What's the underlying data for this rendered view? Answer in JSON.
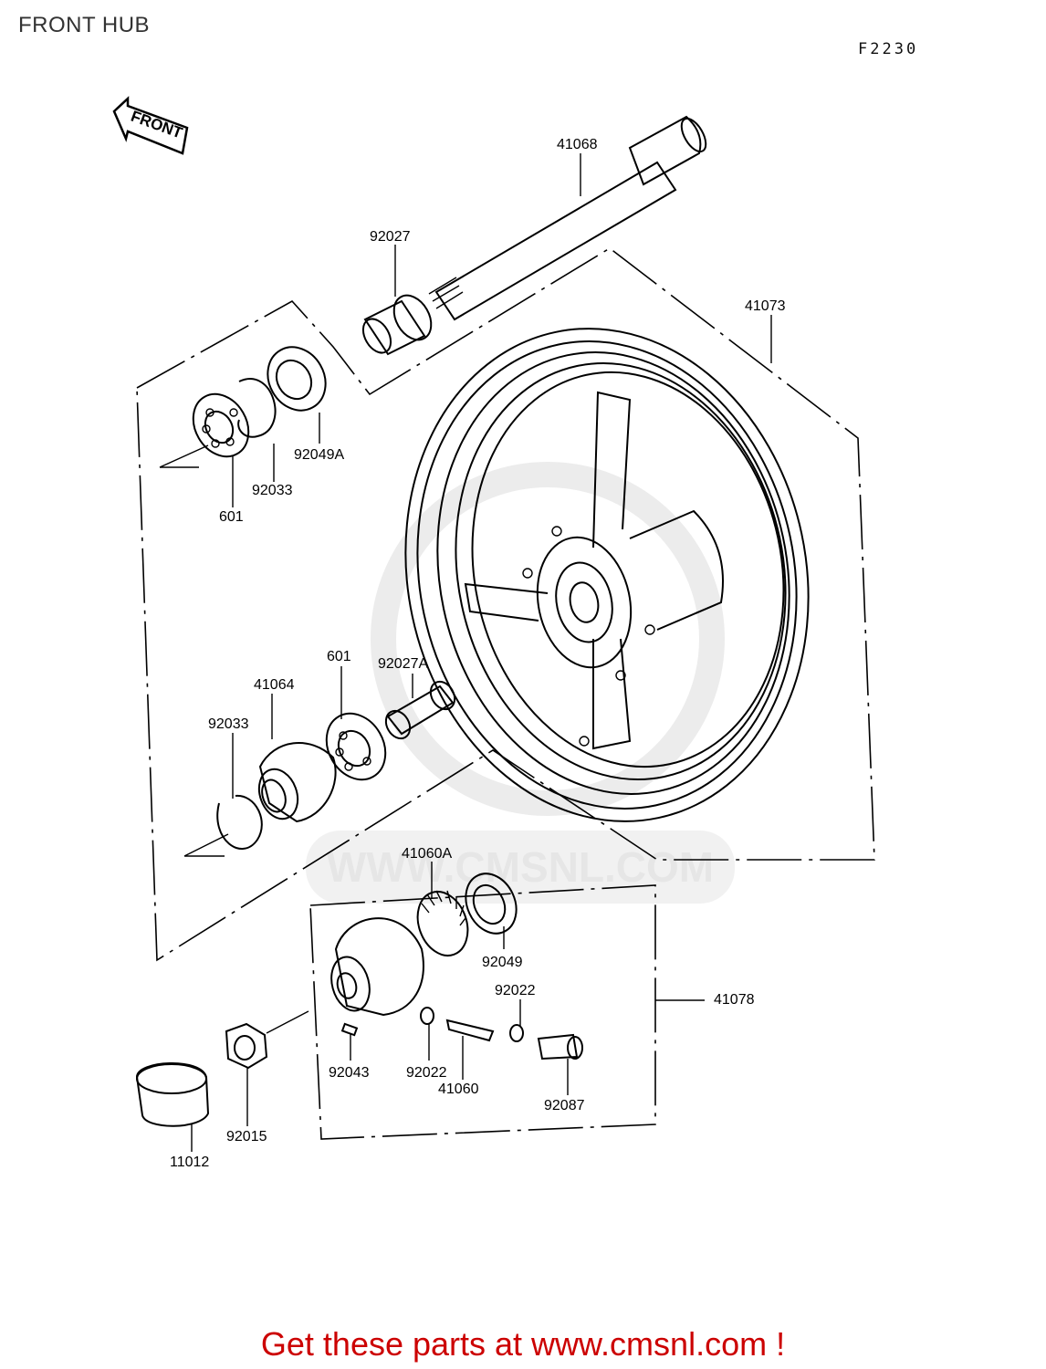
{
  "title": "FRONT HUB",
  "figure_code": "F2230",
  "front_arrow_label": "FRONT",
  "watermark": "WWW.CMSNL.COM",
  "promo_text": "Get these parts at www.cmsnl.com !",
  "promo_color": "#cc0000",
  "parts": {
    "p41068": "41068",
    "p92027": "92027",
    "p41073": "41073",
    "p92049A": "92049A",
    "p92033_top": "92033",
    "p601_top": "601",
    "p41064": "41064",
    "p601_mid": "601",
    "p92027A": "92027A",
    "p92033_mid": "92033",
    "p41060A": "41060A",
    "p92049": "92049",
    "p92022_right": "92022",
    "p41078": "41078",
    "p92043": "92043",
    "p92022_left": "92022",
    "p41060": "41060",
    "p92087": "92087",
    "p92015": "92015",
    "p11012": "11012"
  }
}
